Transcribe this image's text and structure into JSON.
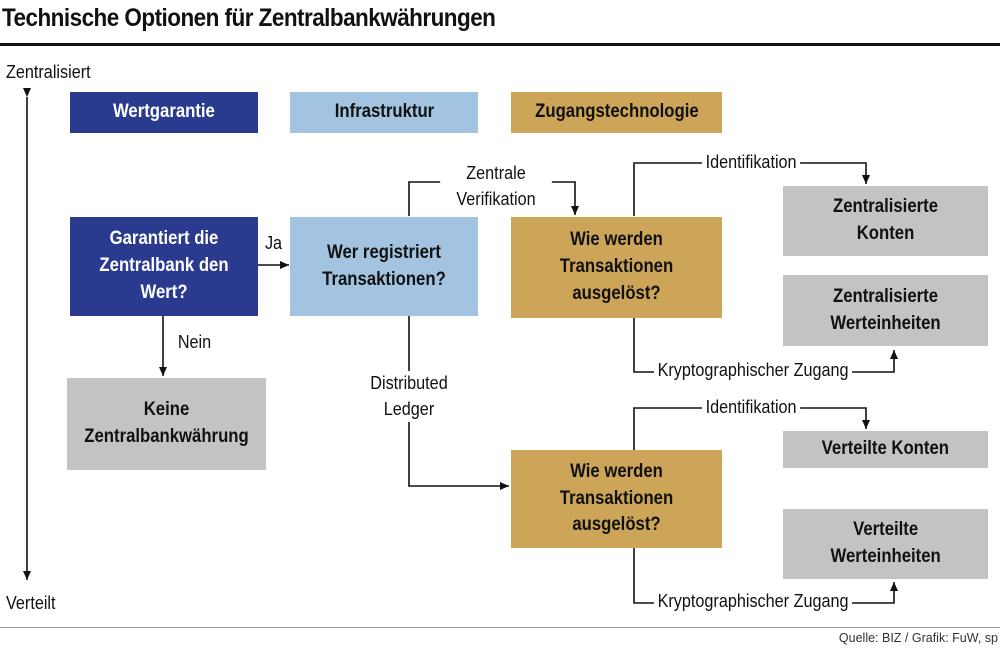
{
  "title": "Technische Optionen für Zentralbankwährungen",
  "source": "Quelle: BIZ / Grafik: FuW, sp",
  "axis": {
    "top_label": "Zentralisiert",
    "bottom_label": "Verteilt"
  },
  "headers": {
    "wertgarantie": "Wertgarantie",
    "infrastruktur": "Infrastruktur",
    "zugangstechnologie": "Zugangstechnologie"
  },
  "nodes": {
    "garantiert": "Garantiert die Zentralbank den Wert?",
    "keine": "Keine Zentralbankwährung",
    "wer_registriert": "Wer registriert Transaktionen?",
    "wie_werden_1": "Wie werden Transaktionen ausgelöst?",
    "wie_werden_2": "Wie werden Transaktionen ausgelöst?",
    "zentral_konten": "Zentralisierte Konten",
    "zentral_werteinheiten": "Zentralisierte Werteinheiten",
    "verteilte_konten": "Verteilte Konten",
    "verteilte_werteinheiten": "Verteilte Werteinheiten"
  },
  "edge_labels": {
    "ja": "Ja",
    "nein": "Nein",
    "zentrale_verifikation": "Zentrale Verifikation",
    "distributed_ledger": "Distributed Ledger",
    "identifikation_1": "Identifikation",
    "krypto_1": "Kryptographischer Zugang",
    "identifikation_2": "Identifikation",
    "krypto_2": "Kryptographischer Zugang"
  },
  "colors": {
    "wertgarantie": "#2a3a8f",
    "infrastruktur": "#a3c4e0",
    "zugangstechnologie": "#cca558",
    "outcome": "#c3c3c3"
  }
}
